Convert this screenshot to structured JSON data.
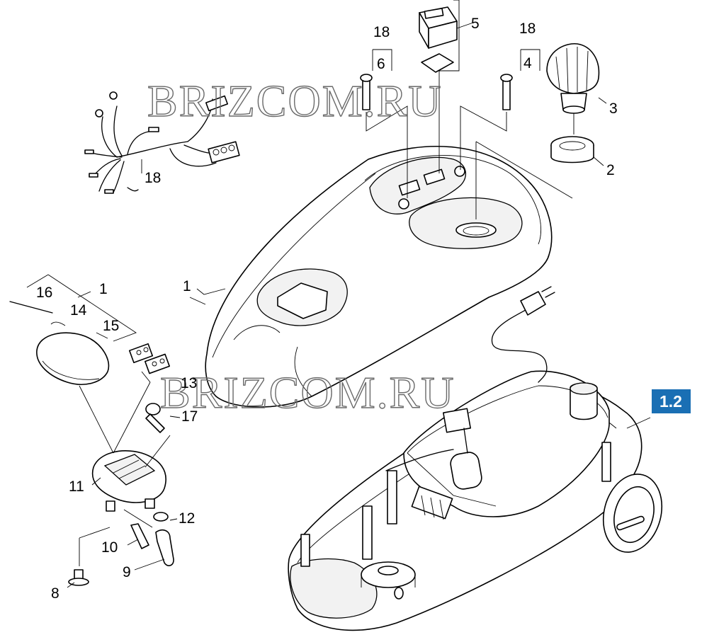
{
  "watermark": "BRIZCOM.RU",
  "badge": {
    "text": "1.2",
    "color": "#1a6fb4"
  },
  "callouts": {
    "c1_top": "1",
    "c1_side": "1",
    "c2": "2",
    "c3": "3",
    "c4": "4",
    "c5": "5",
    "c6": "6",
    "c8": "8",
    "c9": "9",
    "c10": "10",
    "c11": "11",
    "c12": "12",
    "c13": "13",
    "c14": "14",
    "c15": "15",
    "c16": "16",
    "c17": "17",
    "c18_left": "18",
    "c18_right": "18",
    "c18_harness": "18"
  }
}
